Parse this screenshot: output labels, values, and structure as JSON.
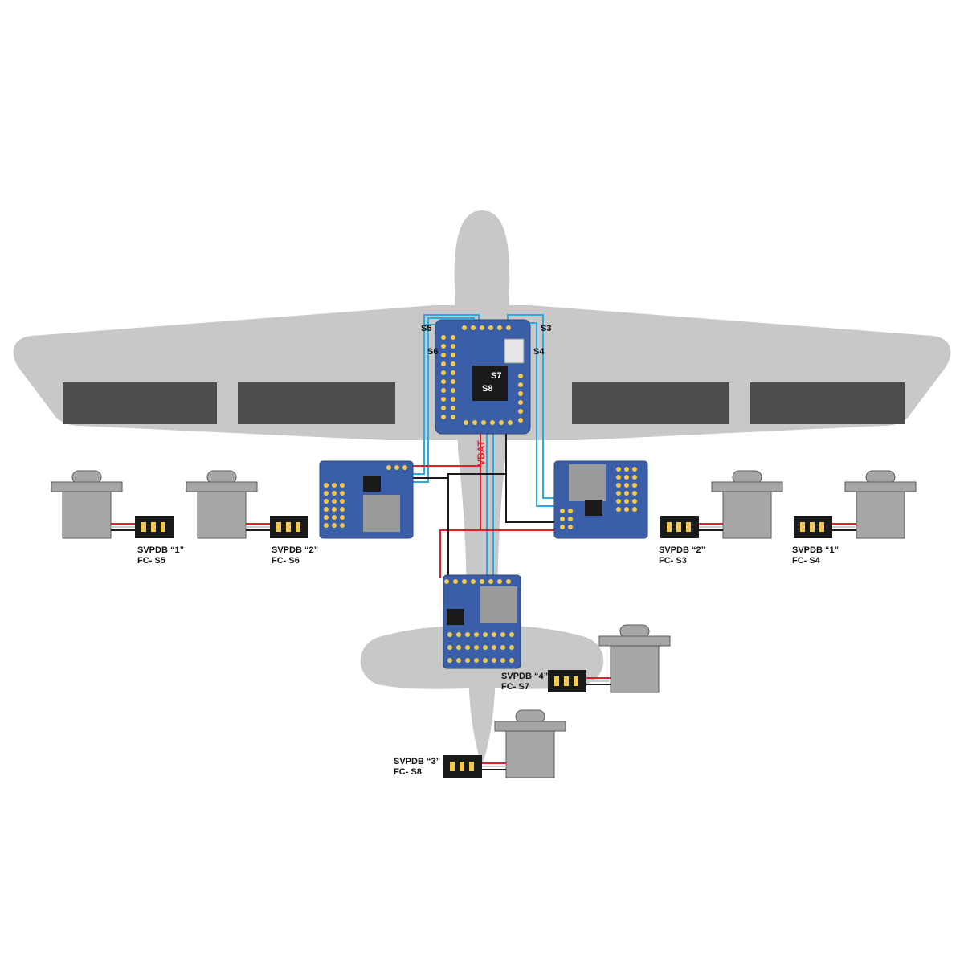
{
  "diagram": {
    "fc_pin_labels": {
      "s5": "S5",
      "s6": "S6",
      "s3": "S3",
      "s4": "S4",
      "s7": "S7",
      "s8": "S8"
    },
    "vbat_label": "VBAT",
    "servo_labels": [
      {
        "svpdb": "SVPDB “1”",
        "fc": "FC- S5"
      },
      {
        "svpdb": "SVPDB “2”",
        "fc": "FC- S6"
      },
      {
        "svpdb": "SVPDB “2”",
        "fc": "FC- S3"
      },
      {
        "svpdb": "SVPDB “1”",
        "fc": "FC- S4"
      },
      {
        "svpdb": "SVPDB “4”",
        "fc": "FC- S7"
      },
      {
        "svpdb": "SVPDB “3”",
        "fc": "FC- S8"
      }
    ],
    "colors": {
      "airframe": "#c8c8c8",
      "aileron": "#4d4d4d",
      "board": "#3a5fa8",
      "signal_wire": "#29abe2",
      "power_wire": "#e01f26",
      "ground_wire": "#1a1a1a",
      "servo_body": "#a6a6a6",
      "pad": "#f2c94c"
    }
  }
}
